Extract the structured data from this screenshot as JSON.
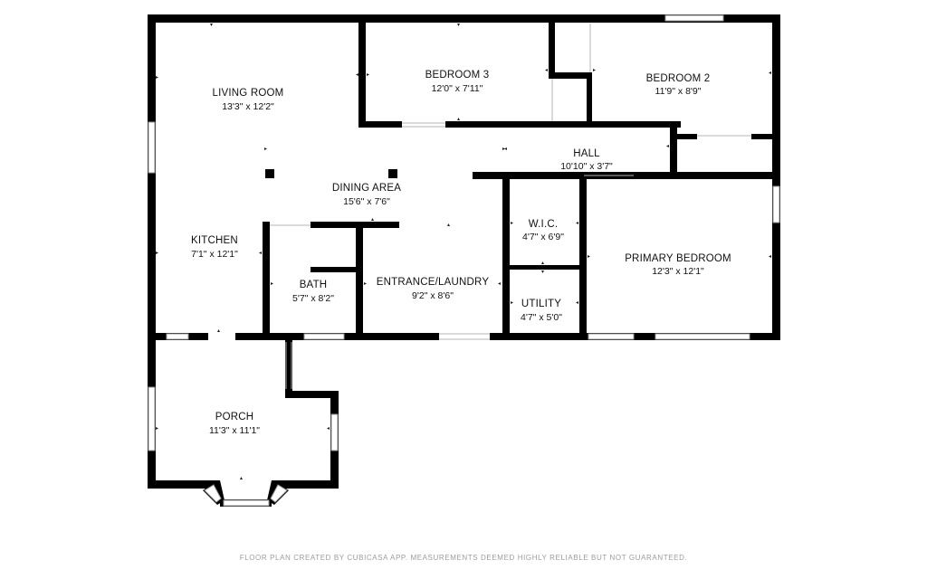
{
  "rooms": {
    "living_room": {
      "name": "LIVING ROOM",
      "dims": "13'3\" x 12'2\""
    },
    "bedroom_3": {
      "name": "BEDROOM 3",
      "dims": "12'0\" x 7'11\""
    },
    "bedroom_2": {
      "name": "BEDROOM 2",
      "dims": "11'9\" x 8'9\""
    },
    "hall": {
      "name": "HALL",
      "dims": "10'10\" x 3'7\""
    },
    "dining_area": {
      "name": "DINING AREA",
      "dims": "15'6\" x 7'6\""
    },
    "wic": {
      "name": "W.I.C.",
      "dims": "4'7\" x 6'9\""
    },
    "kitchen": {
      "name": "KITCHEN",
      "dims": "7'1\" x 12'1\""
    },
    "primary_bedroom": {
      "name": "PRIMARY BEDROOM",
      "dims": "12'3\" x 12'1\""
    },
    "bath": {
      "name": "BATH",
      "dims": "5'7\" x 8'2\""
    },
    "entrance_laundry": {
      "name": "ENTRANCE/LAUNDRY",
      "dims": "9'2\" x 8'6\""
    },
    "utility": {
      "name": "UTILITY",
      "dims": "4'7\" x 5'0\""
    },
    "porch": {
      "name": "PORCH",
      "dims": "11'3\" x 11'1\""
    }
  },
  "footer": "FLOOR PLAN CREATED BY CUBICASA APP. MEASUREMENTS DEEMED HIGHLY RELIABLE BUT NOT GUARANTEED."
}
